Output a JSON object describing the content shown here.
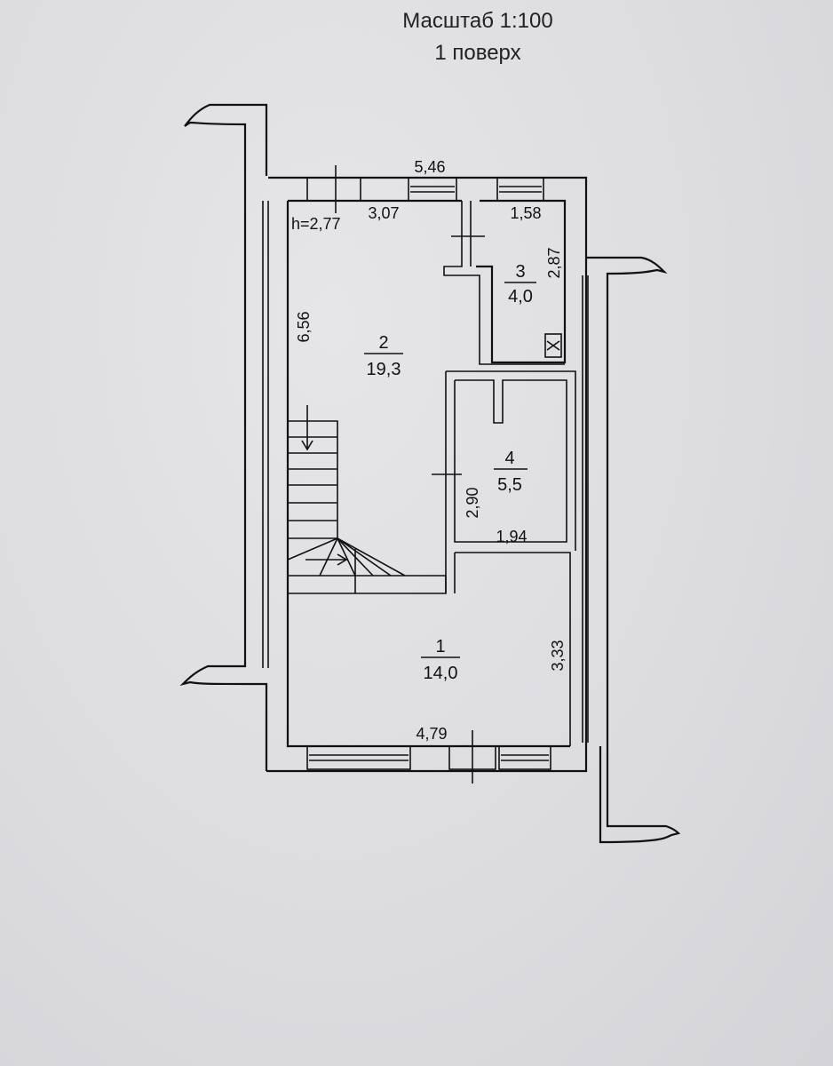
{
  "header": {
    "scale": "Масштаб 1:100",
    "floor": "1 поверх"
  },
  "ceiling_height": "h=2,77",
  "rooms": [
    {
      "number": "1",
      "area": "14,0"
    },
    {
      "number": "2",
      "area": "19,3"
    },
    {
      "number": "3",
      "area": "4,0"
    },
    {
      "number": "4",
      "area": "5,5"
    }
  ],
  "dimensions": {
    "overall_top": "5,46",
    "room2_width": "3,07",
    "room2_length": "6,56",
    "room3_width": "1,58",
    "room3_length": "2,87",
    "room4_length": "2,90",
    "room4_width": "1,94",
    "room1_length": "3,33",
    "room1_width": "4,79"
  }
}
